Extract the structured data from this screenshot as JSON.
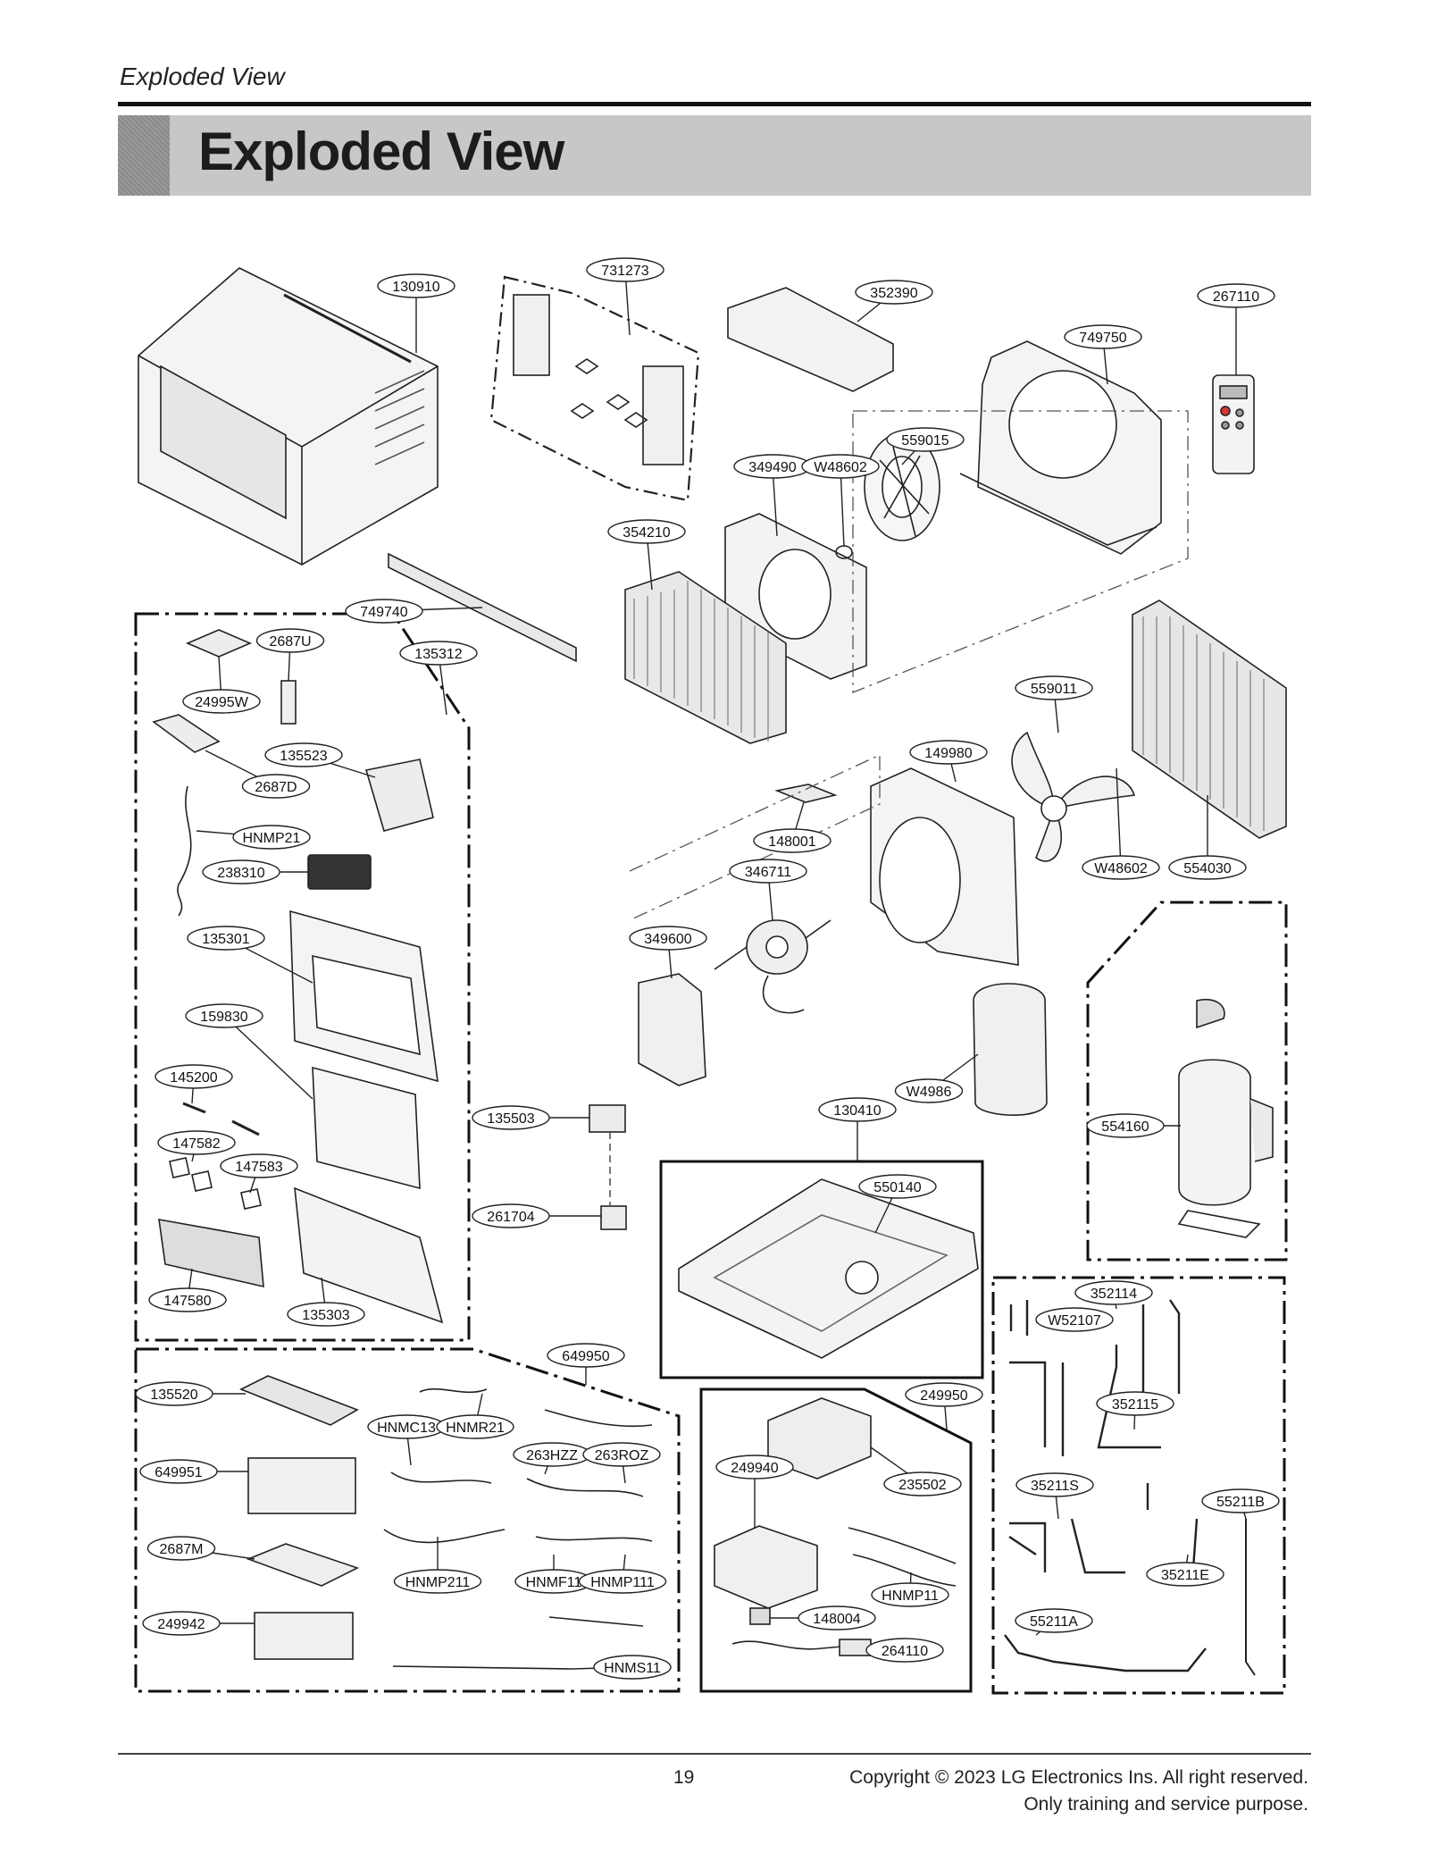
{
  "header": {
    "running_title": "Exploded View",
    "section_title": "Exploded View"
  },
  "footer": {
    "page_number": "19",
    "copyright": "Copyright © 2023 LG Electronics Ins. All right reserved.",
    "purpose": "Only training and service purpose."
  },
  "parts": [
    {
      "id": "p-130910",
      "label": "130910"
    },
    {
      "id": "p-731273",
      "label": "731273"
    },
    {
      "id": "p-352390",
      "label": "352390"
    },
    {
      "id": "p-267110",
      "label": "267110"
    },
    {
      "id": "p-749750",
      "label": "749750"
    },
    {
      "id": "p-559015",
      "label": "559015"
    },
    {
      "id": "p-349490",
      "label": "349490"
    },
    {
      "id": "p-w48602-a",
      "label": "W48602"
    },
    {
      "id": "p-354210",
      "label": "354210"
    },
    {
      "id": "p-749740",
      "label": "749740"
    },
    {
      "id": "p-2687u",
      "label": "2687U"
    },
    {
      "id": "p-135312",
      "label": "135312"
    },
    {
      "id": "p-24995w",
      "label": "24995W"
    },
    {
      "id": "p-135523",
      "label": "135523"
    },
    {
      "id": "p-2687d",
      "label": "2687D"
    },
    {
      "id": "p-hnmp21",
      "label": "HNMP21"
    },
    {
      "id": "p-238310",
      "label": "238310"
    },
    {
      "id": "p-135301",
      "label": "135301"
    },
    {
      "id": "p-159830",
      "label": "159830"
    },
    {
      "id": "p-145200",
      "label": "145200"
    },
    {
      "id": "p-147582",
      "label": "147582"
    },
    {
      "id": "p-147583",
      "label": "147583"
    },
    {
      "id": "p-147580",
      "label": "147580"
    },
    {
      "id": "p-135303",
      "label": "135303"
    },
    {
      "id": "p-559011",
      "label": "559011"
    },
    {
      "id": "p-149980",
      "label": "149980"
    },
    {
      "id": "p-148001",
      "label": "148001"
    },
    {
      "id": "p-346711",
      "label": "346711"
    },
    {
      "id": "p-w48602-b",
      "label": "W48602"
    },
    {
      "id": "p-554030",
      "label": "554030"
    },
    {
      "id": "p-349600",
      "label": "349600"
    },
    {
      "id": "p-w4986",
      "label": "W4986"
    },
    {
      "id": "p-130410",
      "label": "130410"
    },
    {
      "id": "p-135503",
      "label": "135503"
    },
    {
      "id": "p-554160",
      "label": "554160"
    },
    {
      "id": "p-550140",
      "label": "550140"
    },
    {
      "id": "p-261704",
      "label": "261704"
    },
    {
      "id": "p-352114",
      "label": "352114"
    },
    {
      "id": "p-w52107",
      "label": "W52107"
    },
    {
      "id": "p-352115",
      "label": "352115"
    },
    {
      "id": "p-35211s",
      "label": "35211S"
    },
    {
      "id": "p-55211b",
      "label": "55211B"
    },
    {
      "id": "p-35211e",
      "label": "35211E"
    },
    {
      "id": "p-55211a",
      "label": "55211A"
    },
    {
      "id": "p-649950",
      "label": "649950"
    },
    {
      "id": "p-135520",
      "label": "135520"
    },
    {
      "id": "p-hnmc13",
      "label": "HNMC13"
    },
    {
      "id": "p-hnmr21",
      "label": "HNMR21"
    },
    {
      "id": "p-263hzz",
      "label": "263HZZ"
    },
    {
      "id": "p-263roz",
      "label": "263ROZ"
    },
    {
      "id": "p-649951",
      "label": "649951"
    },
    {
      "id": "p-2687m",
      "label": "2687M"
    },
    {
      "id": "p-hnmp211",
      "label": "HNMP211"
    },
    {
      "id": "p-hnmf11",
      "label": "HNMF11"
    },
    {
      "id": "p-hnmp111",
      "label": "HNMP111"
    },
    {
      "id": "p-249942",
      "label": "249942"
    },
    {
      "id": "p-hnms11",
      "label": "HNMS11"
    },
    {
      "id": "p-249950",
      "label": "249950"
    },
    {
      "id": "p-249940",
      "label": "249940"
    },
    {
      "id": "p-235502",
      "label": "235502"
    },
    {
      "id": "p-hnmp11",
      "label": "HNMP11"
    },
    {
      "id": "p-148004",
      "label": "148004"
    },
    {
      "id": "p-264110",
      "label": "264110"
    }
  ]
}
